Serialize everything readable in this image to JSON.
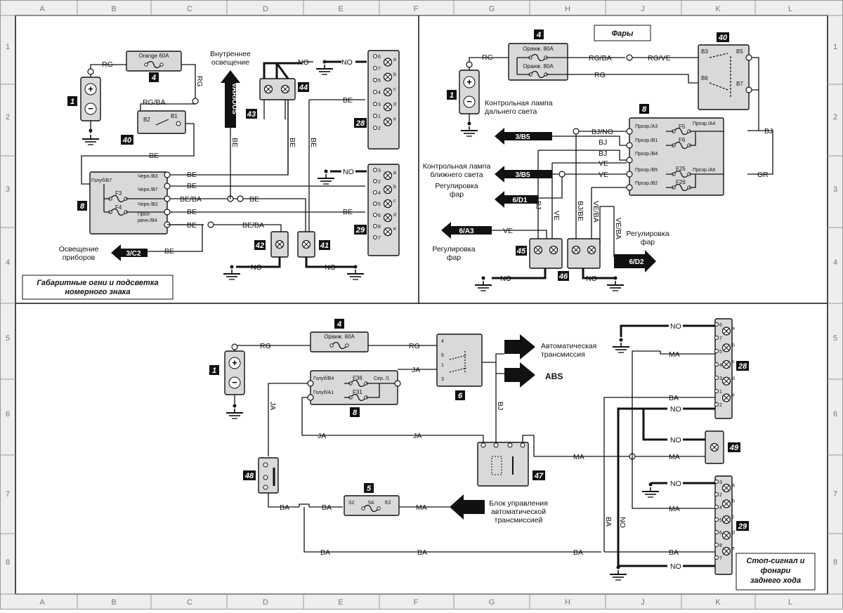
{
  "grid": {
    "columns": [
      "A",
      "B",
      "C",
      "D",
      "E",
      "F",
      "G",
      "H",
      "J",
      "K",
      "L"
    ],
    "rows": [
      "1",
      "2",
      "3",
      "4",
      "5",
      "6",
      "7",
      "8"
    ]
  },
  "panel_tl": {
    "title_line1": "Габаритные огни и подсветка",
    "title_line2": "номерного знака",
    "fuse_label": "Orange 60A",
    "interior_light": "Внутреннее освещение",
    "interior_light_l1": "Внутреннее",
    "interior_light_l2": "освещение",
    "various": "VARIOUS",
    "instrument_light_l1": "Освещение",
    "instrument_light_l2": "приборов",
    "ref_c2": "3/C2",
    "sw_b1": "B1",
    "sw_b2": "B2",
    "fb_goluby_b7": "Голуб/B7",
    "fb_chern_b3": "Черн./B3",
    "fb_chern_b7": "Черн./B7",
    "fb_chern_b2": "Черн./B2",
    "fb_prozr_b4_l1": "Проз-",
    "fb_prozr_b4_l2": "рачн./B4",
    "f3": "F3",
    "f4": "F4",
    "wires": {
      "rg": "RG",
      "rgba": "RG/BA",
      "be": "BE",
      "beba": "BE/BA",
      "no": "NO"
    }
  },
  "panel_tr": {
    "title": "Фары",
    "fuse_top": "Оранж. 80A",
    "fuse_bot": "Оранж. 80A",
    "high_beam_l1": "Контрольная лампа",
    "high_beam_l2": "дальнего света",
    "low_beam_l1": "Контрольная лампа",
    "low_beam_l2": "ближнего света",
    "adj_l1": "Регулировка",
    "adj_l2": "фар",
    "ref_b5a": "3/B5",
    "ref_b5b": "3/B5",
    "ref_d1": "6/D1",
    "ref_a3": "6/A3",
    "ref_d2": "6/D2",
    "relay_b3": "B3",
    "relay_b5": "B5",
    "relay_b6": "B6",
    "relay_b7": "B7",
    "fb_a3": "Прозр./A3",
    "fb_b1": "Прозр./B1",
    "fb_b4": "Прозр./B4",
    "fb_b5": "Прозр./B5",
    "fb_b2": "Прозр./B2",
    "fb_a4": "Прозр./A4",
    "fb_a6": "Прозр./A6",
    "f5": "F5",
    "f6": "F6",
    "f25": "F25",
    "f26": "F26",
    "wires": {
      "rg": "RG",
      "rgba": "RG/BA",
      "rgve": "RG/VE",
      "bjno": "BJ/NO",
      "bj": "BJ",
      "ve": "VE",
      "gr": "GR",
      "bjbe": "BJ/BE",
      "veba": "VE/BA",
      "no": "NO"
    }
  },
  "panel_b": {
    "title_l1": "Стоп-сигнал и",
    "title_l2": "фонари",
    "title_l3": "заднего хода",
    "fuse_label": "Оранж. 60A",
    "auto_trans_l1": "Автоматическая",
    "auto_trans_l2": "трансмиссия",
    "abs": "ABS",
    "atu_l1": "Блок управления",
    "atu_l2": "автоматической",
    "atu_l3": "трансмиссией",
    "fb_b4": "Голуб/B4",
    "fb_a1": "Голуб/A1",
    "fb_ser": "Сер. /1",
    "f36": "F36",
    "f31": "F31",
    "f5_s2": "S2",
    "f5_5a": "5A",
    "f5_e2": "E2",
    "wires": {
      "rg": "RG",
      "ja": "JA",
      "bj": "BJ",
      "ma": "MA",
      "ba": "BA",
      "no": "NO"
    }
  },
  "components": {
    "c1": "1",
    "c4": "4",
    "c5": "5",
    "c6": "6",
    "c8": "8",
    "c28": "28",
    "c29": "29",
    "c40": "40",
    "c41": "41",
    "c42": "42",
    "c43": "43",
    "c44": "44",
    "c45": "45",
    "c46": "46",
    "c47": "47",
    "c48": "48",
    "c49": "49"
  },
  "pins": {
    "p1": "1",
    "p2": "2",
    "p3": "3",
    "p4": "4",
    "p5": "5",
    "p6": "6",
    "p7": "7",
    "p8": "8",
    "pa": "a",
    "pb": "b",
    "pc": "c",
    "pd": "d",
    "pe": "e"
  }
}
